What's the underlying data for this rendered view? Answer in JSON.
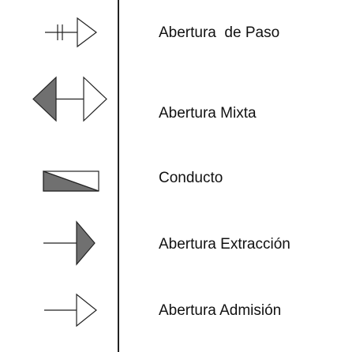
{
  "legend": {
    "items": [
      {
        "symbol": "abertura-paso-icon",
        "label": "Abertura  de Paso"
      },
      {
        "symbol": "abertura-mixta-icon",
        "label": "Abertura Mixta"
      },
      {
        "symbol": "conducto-icon",
        "label": "Conducto"
      },
      {
        "symbol": "abertura-extraccion-icon",
        "label": "Abertura Extracción"
      },
      {
        "symbol": "abertura-admision-icon",
        "label": "Abertura Admisión"
      }
    ]
  },
  "colors": {
    "stroke": "#222222",
    "fill_gray": "#707070",
    "background": "#ffffff"
  }
}
